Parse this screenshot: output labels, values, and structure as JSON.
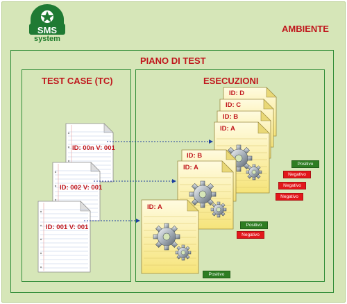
{
  "logo": {
    "main": "SMS",
    "sub": "system"
  },
  "titles": {
    "ambiente": "AMBIENTE",
    "piano": "PIANO DI TEST",
    "test_case": "TEST CASE (TC)",
    "esecuzioni": "ESECUZIONI"
  },
  "test_cases": [
    {
      "label": "ID: 00n V: 001"
    },
    {
      "label": "ID: 002 V: 001"
    },
    {
      "label": "ID: 001 V: 001"
    }
  ],
  "exec_groups": [
    {
      "ids": [
        "ID: D",
        "ID: C",
        "ID: B",
        "ID: A"
      ]
    },
    {
      "ids": [
        "ID: B",
        "ID: A"
      ]
    },
    {
      "ids": [
        "ID: A"
      ]
    }
  ],
  "badges": {
    "group1": [
      "Positivo",
      "Negativo",
      "Negativo",
      "Negativo"
    ],
    "group2": [
      "Positivo",
      "Negativo"
    ],
    "group3": [
      "Positivo"
    ]
  },
  "colors": {
    "positive": "#2e7d22",
    "negative": "#e3171b",
    "title": "#c0161c",
    "frame": "#2e8b35",
    "background": "#d6e6b8"
  }
}
